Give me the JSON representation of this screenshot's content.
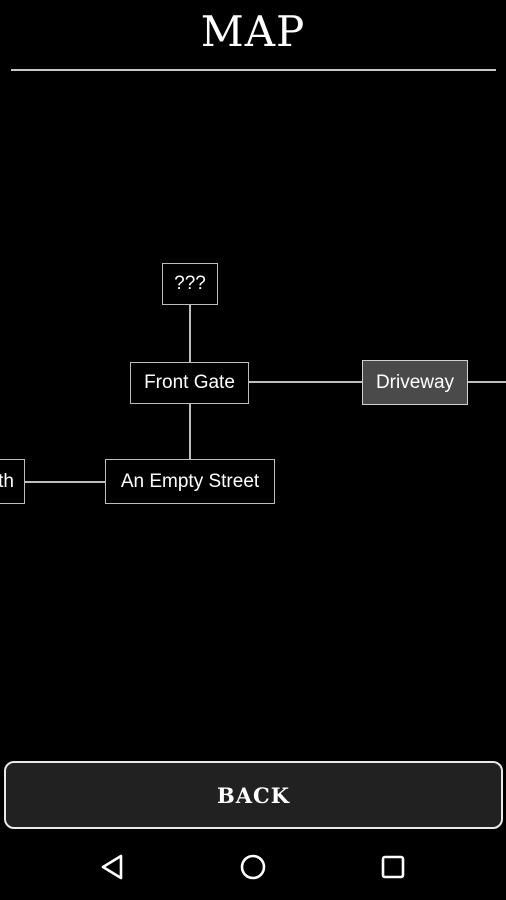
{
  "screen": {
    "title": "MAP"
  },
  "map": {
    "nodes": {
      "unknown": "???",
      "front_gate": "Front Gate",
      "driveway": "Driveway",
      "empty_street": "An Empty Street",
      "offscreen_left": "th"
    },
    "current_location": "Driveway"
  },
  "footer": {
    "back_label": "BACK"
  },
  "navbar": {
    "back_icon": "triangle-back-icon",
    "home_icon": "circle-home-icon",
    "recents_icon": "square-recents-icon"
  },
  "colors": {
    "background": "#000000",
    "node_border": "#bdbdbd",
    "current_node": "#4a4a4a",
    "button_bg": "#212121"
  }
}
